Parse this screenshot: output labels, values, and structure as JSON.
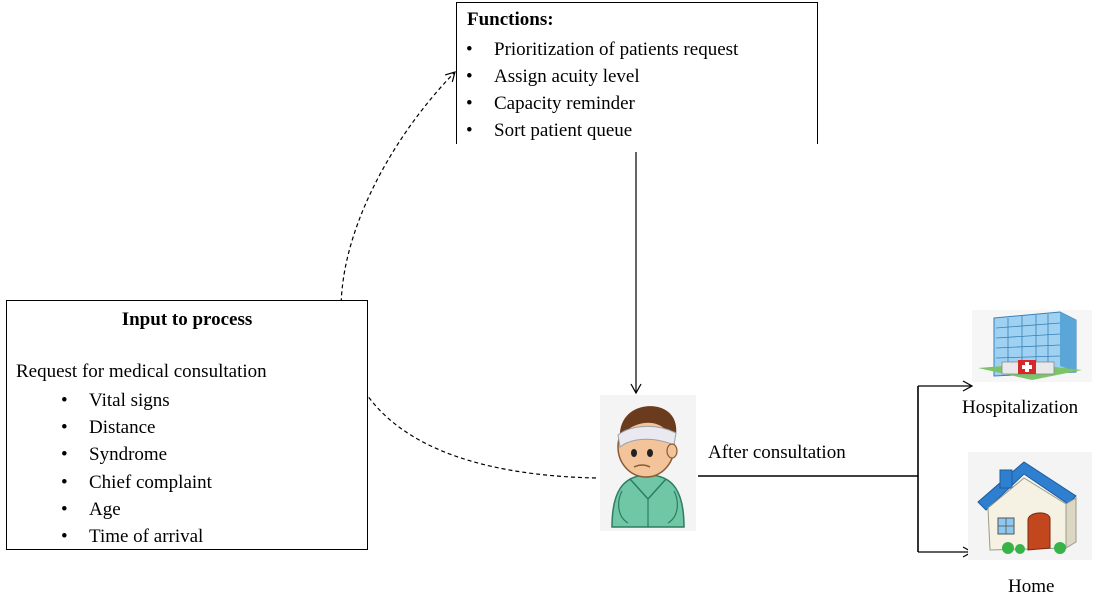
{
  "functions_box": {
    "title": "Functions:",
    "items": [
      "Prioritization of patients request",
      "Assign acuity level",
      "Capacity reminder",
      "Sort patient queue"
    ]
  },
  "input_box": {
    "title": "Input to process",
    "subtitle": "Request for medical consultation",
    "items": [
      "Vital signs",
      "Distance",
      "Syndrome",
      "Chief complaint",
      "Age",
      "Time of arrival"
    ]
  },
  "flow": {
    "after_label": "After consultation",
    "outcome_top": "Hospitalization",
    "outcome_bottom": "Home"
  },
  "icons": {
    "patient": "patient-icon",
    "hospital": "hospital-icon",
    "home": "house-icon"
  }
}
